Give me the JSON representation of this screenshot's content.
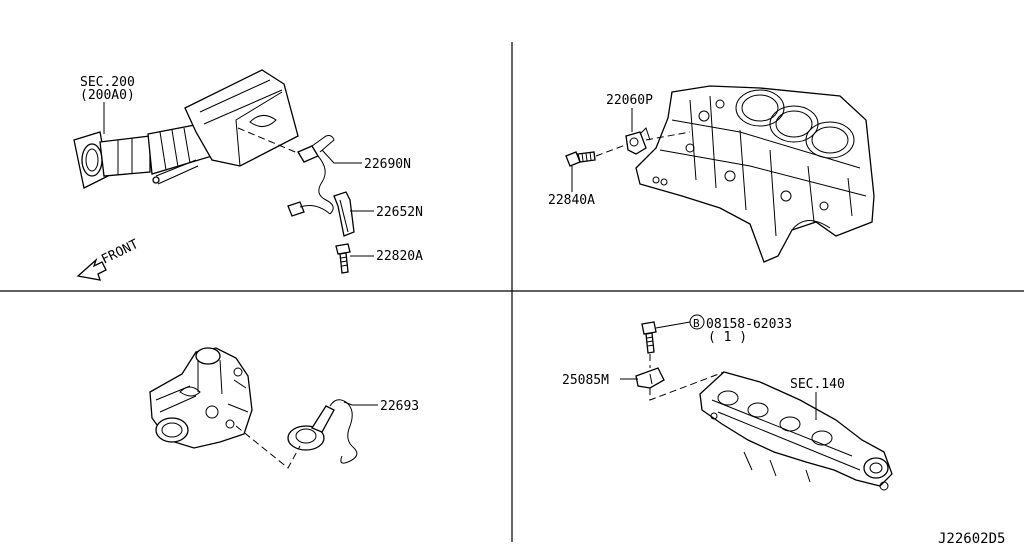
{
  "labels": {
    "sec200": "SEC.200",
    "sec200_sub": "(200A0)",
    "p22690n": "22690N",
    "p22652n": "22652N",
    "p22820a": "22820A",
    "front": "FRONT",
    "p22060p": "22060P",
    "p22840a": "22840A",
    "p22693": "22693",
    "bolt_prefix": "B",
    "p08158": "08158-62033",
    "qty": "( 1 )",
    "p25085m": "25085M",
    "sec140": "SEC.140",
    "diagram_id": "J22602D5"
  }
}
